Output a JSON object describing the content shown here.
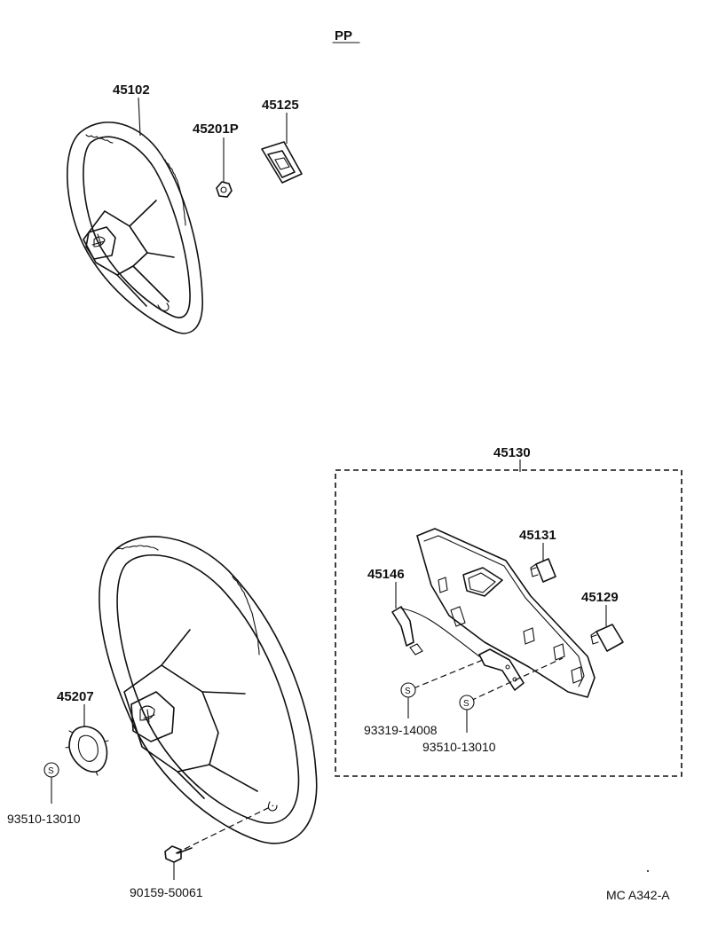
{
  "header": {
    "code": "PP"
  },
  "footer": {
    "figure_code": "MC A342-A"
  },
  "symbols": {
    "standard_part": "S"
  },
  "parts": [
    {
      "id": "p45102",
      "number": "45102"
    },
    {
      "id": "p45201p",
      "number": "45201P"
    },
    {
      "id": "p45125",
      "number": "45125"
    },
    {
      "id": "p45130",
      "number": "45130"
    },
    {
      "id": "p45131",
      "number": "45131"
    },
    {
      "id": "p45146",
      "number": "45146"
    },
    {
      "id": "p45129",
      "number": "45129"
    },
    {
      "id": "p93319",
      "number": "93319-14008"
    },
    {
      "id": "p93510a",
      "number": "93510-13010"
    },
    {
      "id": "p45207",
      "number": "45207"
    },
    {
      "id": "p93510b",
      "number": "93510-13010"
    },
    {
      "id": "p90159",
      "number": "90159-50061"
    }
  ],
  "icons": [
    "steering-wheel-upper",
    "steering-wheel-lower",
    "horn-button-cover",
    "bracket"
  ]
}
